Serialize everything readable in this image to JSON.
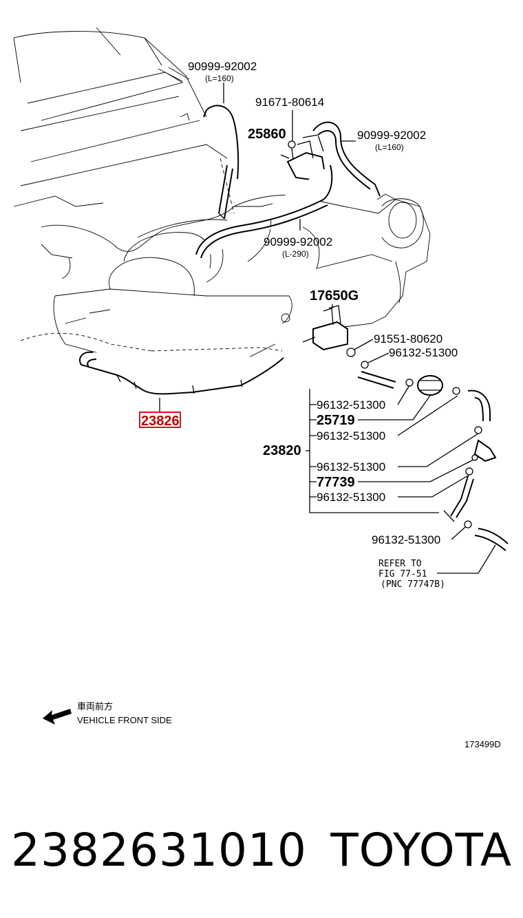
{
  "callouts": {
    "hose_top_left": {
      "part": "90999-92002",
      "length": "(L=160)"
    },
    "bolt_top": {
      "part": "91671-80614"
    },
    "bracket": {
      "part": "25860"
    },
    "hose_top_right": {
      "part": "90999-92002",
      "length": "(L=160)"
    },
    "hose_middle": {
      "part": "90999-92002",
      "length": "(L-290)"
    },
    "vsv": {
      "part": "17650G"
    },
    "bolt_vsv": {
      "part": "91551-80620"
    },
    "clamp_top": {
      "part": "96132-51300"
    },
    "highlighted": {
      "part": "23826",
      "highlight_color": "#d4121d"
    },
    "assembly": {
      "part": "23820"
    },
    "group_items": [
      {
        "part": "96132-51300"
      },
      {
        "part": "25719"
      },
      {
        "part": "96132-51300"
      },
      {
        "part": "96132-51300"
      },
      {
        "part": "77739"
      },
      {
        "part": "96132-51300"
      }
    ],
    "clamp_bottom": {
      "part": "96132-51300"
    }
  },
  "reference": {
    "line1": "REFER TO",
    "line2": "FIG 77-51",
    "line3": "(PNC 77747B)"
  },
  "direction": {
    "japanese": "車両前方",
    "english": "VEHICLE FRONT SIDE",
    "icon": "arrow-left-icon"
  },
  "illustration_id": "173499D",
  "footer": {
    "part_number": "2382631010",
    "brand": "TOYOTA"
  }
}
